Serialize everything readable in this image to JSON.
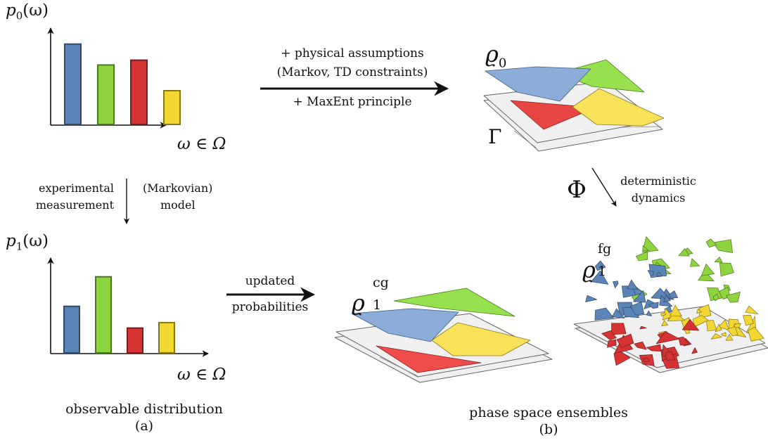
{
  "left": {
    "hist_top_label": "p",
    "hist_top_sub": "0",
    "hist_top_arg": "(ω)",
    "hist_top_axis": "ω ∈ Ω",
    "hist_bottom_label": "p",
    "hist_bottom_sub": "1",
    "hist_bottom_arg": "(ω)",
    "hist_bottom_axis": "ω ∈ Ω",
    "measure_left_1": "experimental",
    "measure_left_2": "measurement",
    "measure_right_1": "(Markovian)",
    "measure_right_2": "model",
    "caption": "observable distribution",
    "caption_letter": "(a)"
  },
  "arrows": {
    "top_line1": "+ physical assumptions",
    "top_line2": "(Markov, TD constraints)",
    "top_line3": "+ MaxEnt principle",
    "bottom_line1": "updated",
    "bottom_line2": "probabilities",
    "dyn_symbol": "Φ",
    "dyn_line1": "deterministic",
    "dyn_line2": "dynamics"
  },
  "right": {
    "rho0": "ϱ",
    "rho0_sub": "0",
    "gamma": "Γ",
    "rho_cg": "ϱ",
    "rho_cg_sub": "1",
    "rho_cg_sup": "cg",
    "rho_fg": "ϱ",
    "rho_fg_sub": "1",
    "rho_fg_sup": "fg",
    "caption": "phase space ensembles",
    "caption_letter": "(b)"
  },
  "colors": {
    "blue": "#5b84b8",
    "green": "#8ed43e",
    "red": "#d63434",
    "yellow": "#f2d632",
    "plane": "#f0f0f0"
  },
  "chart_data": [
    {
      "type": "bar",
      "title": "p0(ω)",
      "xlabel": "ω ∈ Ω",
      "categories": [
        "",
        "",
        "",
        ""
      ],
      "values": [
        1.0,
        0.74,
        0.8,
        0.42
      ],
      "colors": [
        "#5b84b8",
        "#8ed43e",
        "#d63434",
        "#f2d632"
      ],
      "ylim": [
        0,
        1.05
      ]
    },
    {
      "type": "bar",
      "title": "p1(ω)",
      "xlabel": "ω ∈ Ω",
      "categories": [
        "",
        "",
        "",
        ""
      ],
      "values": [
        0.6,
        0.98,
        0.32,
        0.39
      ],
      "colors": [
        "#5b84b8",
        "#8ed43e",
        "#d63434",
        "#f2d632"
      ],
      "ylim": [
        0,
        1.05
      ]
    }
  ]
}
